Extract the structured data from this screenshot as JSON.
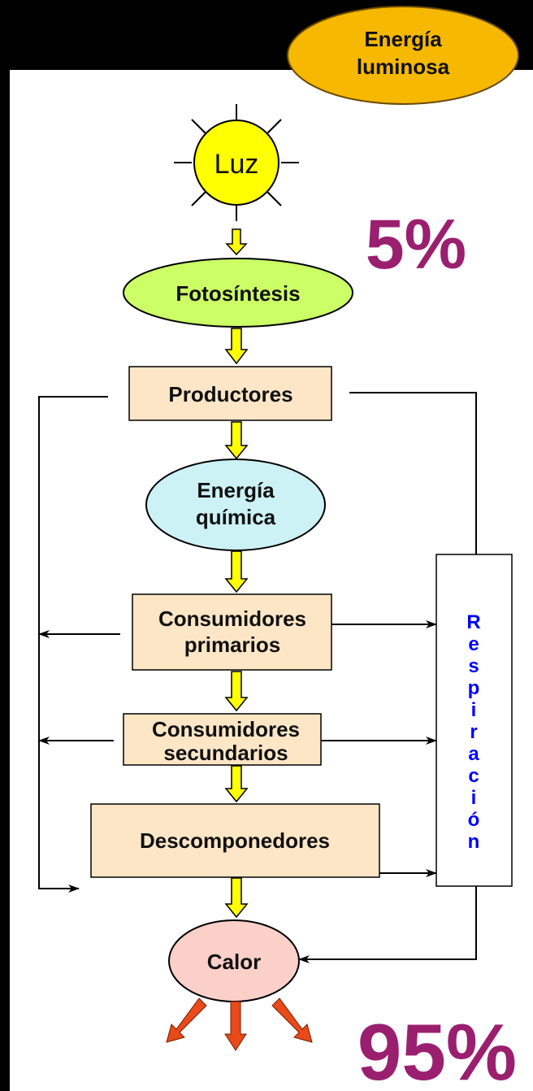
{
  "header": {
    "badge_line1": "Energía",
    "badge_line2": "luminosa"
  },
  "diagram": {
    "sun_label": "Luz",
    "photosynthesis": "Fotosíntesis",
    "producers": "Productores",
    "chemical_energy_line1": "Energía",
    "chemical_energy_line2": "química",
    "primary_line1": "Consumidores",
    "primary_line2": "primarios",
    "secondary_line1": "Consumidores",
    "secondary_line2": "secundarios",
    "decomposers": "Descomponedores",
    "respiration": "Respiración",
    "heat": "Calor",
    "percent_top": "5%",
    "percent_bottom": "95%"
  },
  "colors": {
    "badge_fill": "#f6b800",
    "sun_fill": "#ffff00",
    "photosynthesis_fill": "#ccff66",
    "box_fill": "#fde6c6",
    "chemical_fill": "#ccf2f6",
    "heat_fill": "#fbd0c8",
    "down_arrow_fill": "#ffff00",
    "heat_arrow_fill": "#e84a1a",
    "respiration_text": "#0000ff",
    "percent_text": "#9b1f6f"
  }
}
